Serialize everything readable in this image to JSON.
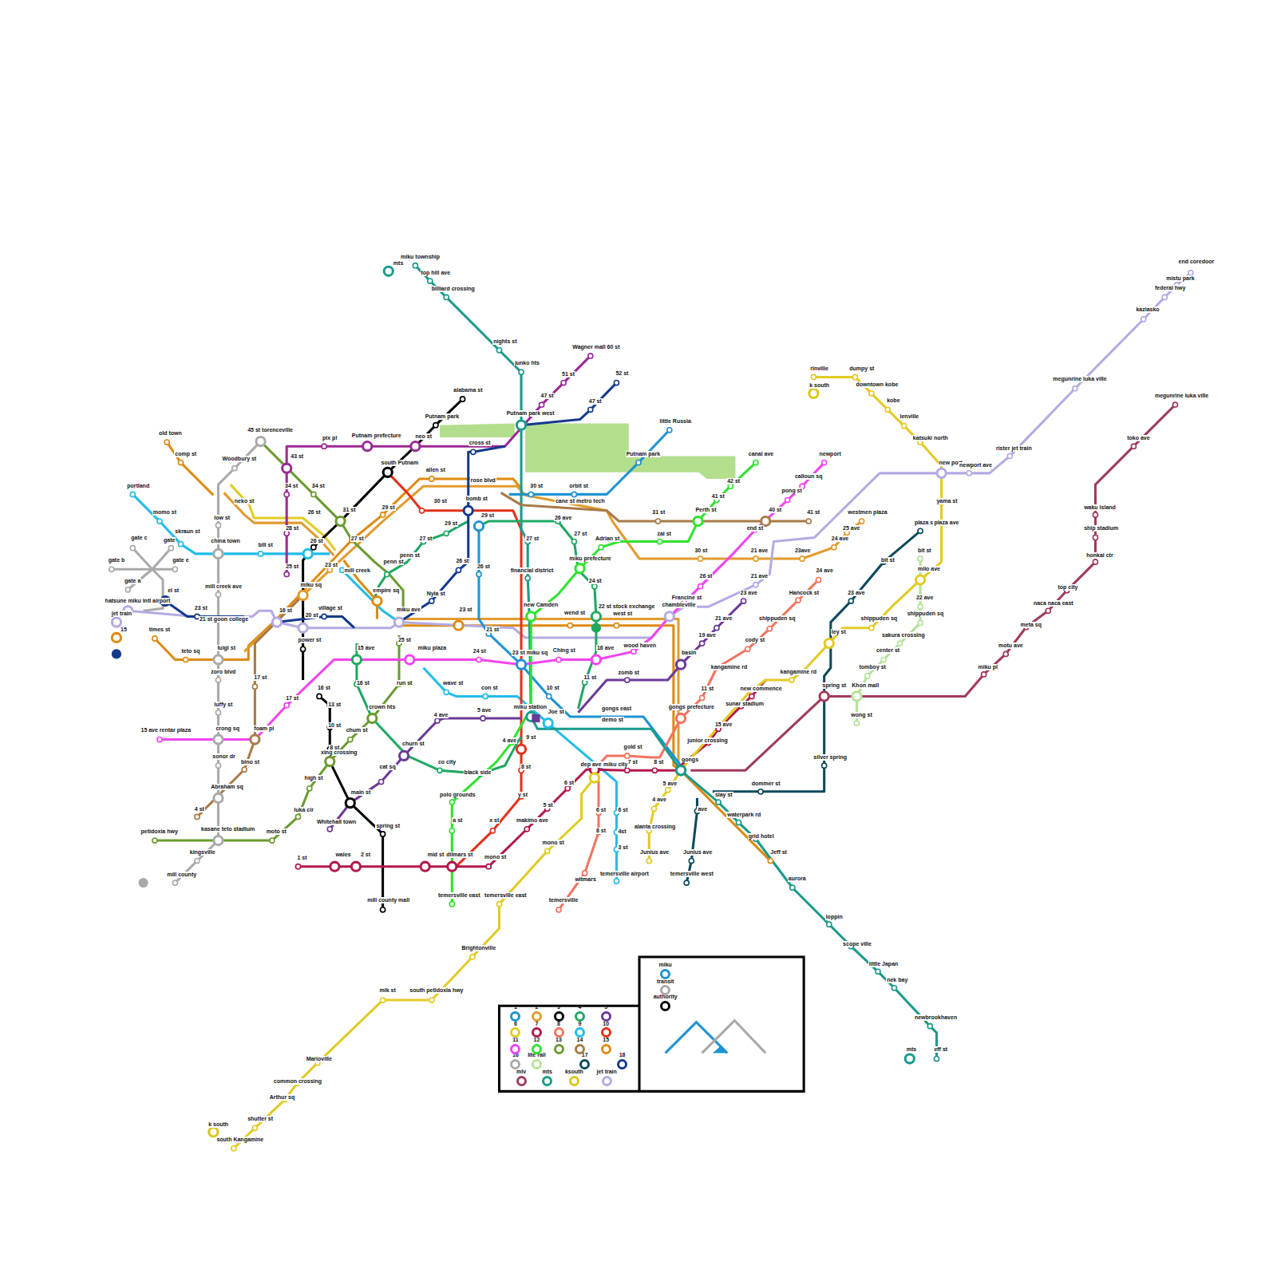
{
  "diagram": {
    "labels": [
      "miku township",
      "mts",
      "top hill ave",
      "billiard crossing",
      "nights st",
      "junko hts",
      "Wagner mall 60 st",
      "51 st",
      "52 st",
      "47 st",
      "47 st",
      "alabama st",
      "Putnam park",
      "Putnam park west",
      "little Russia",
      "old town",
      "45 st torenceville",
      "comp st",
      "Woodbury st",
      "pix pl",
      "Putnam prefecture",
      "neo st",
      "cross st",
      "south Putnam",
      "allen st",
      "Putnam park",
      "canal ave",
      "newport",
      "43 st",
      "rose blvd",
      "calloun sq",
      "portland",
      "34 st",
      "34 st",
      "neko st",
      "30 st",
      "bomb st",
      "30 st",
      "orbit st",
      "42 st",
      "pong st",
      "41 st",
      "momo st",
      "low st",
      "31 st",
      "29 st",
      "26 st",
      "29 st",
      "29 st",
      "cane st metro tech",
      "26 ave",
      "31 st",
      "Perth st",
      "40 st",
      "41 st",
      "westmen plaza",
      "gate c",
      "gate",
      "skraun st",
      "china town",
      "bill st",
      "26 st",
      "27 st",
      "27 st",
      "27 st",
      "27 st",
      "Adrian st",
      "zai st",
      "end st",
      "24 ave",
      "25 ave",
      "28 st",
      "gate b",
      "gate e",
      "penn st",
      "penn st",
      "23 st",
      "mill creek",
      "26 st",
      "26 st",
      "financial district",
      "miku prefecture",
      "30 st",
      "21 ave",
      "23ave",
      "25 st",
      "gate a",
      "el st",
      "mill creek ave",
      "miku sq",
      "empire sq",
      "Nyla st",
      "24 st",
      "26 st",
      "21 ave",
      "24 ave",
      "23 ave",
      "Hancock st",
      "23 ave",
      "hatsune miku intl airport",
      "23 st",
      "Francine st",
      "16 st",
      "village st",
      "miku ave",
      "23 st",
      "new Camden",
      "wend st",
      "22 st stock exchange",
      "west st",
      "chambleville",
      "jet train",
      "21 st goon college",
      "20 st",
      "21 ave",
      "shippuden sq",
      "shippuden sq",
      "22 ave",
      "shippuden sq",
      "15",
      "times st",
      "21 st",
      "19 ave",
      "sakura crossing",
      "ley st",
      "power st",
      "25 st",
      "luigi st",
      "teto sq",
      "15 ave",
      "miku plaza",
      "24 st",
      "23 st miku sq",
      "Ching st",
      "16 ave",
      "wood haven",
      "basin",
      "cody st",
      "center st",
      "zoro blvd",
      "17 st",
      "16 st",
      "11 st",
      "zomb st",
      "kangamine rd",
      "kangamine rd",
      "tomboy st",
      "wave st",
      "run st",
      "16 st",
      "con st",
      "10 st",
      "11 st",
      "new commence",
      "spring st",
      "Khon mall",
      "plaza sq",
      "plaza ave",
      "bit st",
      "bit st",
      "milo ave",
      "yama st",
      "13 st",
      "luffy st",
      "17 st",
      "sunar stadium",
      "crown hts",
      "5 ave",
      "4 ave",
      "miku station",
      "Joe st",
      "gongs east",
      "demo st",
      "gongs prefecture",
      "wong st",
      "10 st",
      "15 ave rentar plaza",
      "crong sq",
      "foam pl",
      "chum st",
      "15 ave",
      "4 ave",
      "9 st",
      "churn st",
      "junior crossing",
      "8 st",
      "xing crossing",
      "gold st",
      "sonor dr",
      "bino st",
      "co city",
      "8 st",
      "gongs",
      "dep ave",
      "miku city",
      "7 st",
      "8 st",
      "silver spring",
      "cat sq",
      "black side",
      "5 ave",
      "high st",
      "dommer st",
      "Abraham sq",
      "polo grounds",
      "y st",
      "6 st",
      "4 ave",
      "main st",
      "slay st",
      "ave",
      "6 st",
      "6 st",
      "luka cir",
      "4 st",
      "waterpark rd",
      "a st",
      "x st",
      "makimo ave",
      "5 st",
      "mono st",
      "Whitehall town",
      "8 st",
      "4st",
      "alanta crossing",
      "spring st",
      "petidoxia hwy",
      "kasane teto stadium",
      "moto st",
      "grid hotel",
      "3 st",
      "Jeff st",
      "Junius ave",
      "Junius ave",
      "1 st",
      "wales",
      "2 st",
      "mid st",
      "dilmars st",
      "mono st",
      "kingsville",
      "mill county",
      "witmars",
      "temersville airport",
      "temersville west",
      "aurora",
      "temersville east",
      "temersville east",
      "mill county mall",
      "temersville",
      "loppin",
      "scope ville",
      "Brightonville",
      "little Japan",
      "nek bay",
      "mik st",
      "south petidoxia hwy",
      "newbrookhaven",
      "mts",
      "eff st",
      "Marioville",
      "common crossing",
      "Arthur sq",
      "shutter st",
      "k south",
      "south Kangamine",
      "rinville",
      "dumpy st",
      "k south",
      "downtown kobe",
      "kobe",
      "lenville",
      "katsuki north",
      "new port",
      "newport ave",
      "rister jet train",
      "megunrine luka ville",
      "kaziasko",
      "federal hwy",
      "mistu park",
      "end coredoor",
      "megunrine luka ville",
      "toko ave",
      "waku island",
      "ship stadium",
      "honkai ctr",
      "top city",
      "naca naca east",
      "meta sq",
      "motu ave",
      "miku pl"
    ],
    "legend": [
      {
        "text": "1",
        "color": "#1f93d3"
      },
      {
        "text": "2",
        "color": "#e39b2d"
      },
      {
        "text": "3",
        "color": "#000000"
      },
      {
        "text": "4",
        "color": "#1fa862"
      },
      {
        "text": "5",
        "color": "#6a3a98"
      },
      {
        "text": "6",
        "color": "#e2cb24"
      },
      {
        "text": "7",
        "color": "#b3174b"
      },
      {
        "text": "8",
        "color": "#f2735f"
      },
      {
        "text": "9",
        "color": "#22bde8"
      },
      {
        "text": "10",
        "color": "#e2321d"
      },
      {
        "text": "11",
        "color": "#f145ef"
      },
      {
        "text": "12",
        "color": "#2fe32f"
      },
      {
        "text": "13",
        "color": "#6b9b31"
      },
      {
        "text": "14",
        "color": "#a87b47"
      },
      {
        "text": "15",
        "color": "#dd8b12"
      },
      {
        "text": "16",
        "color": "#aaaaaa"
      },
      {
        "text": "lite rail",
        "color": "#b5e39a"
      },
      {
        "text": "17",
        "color": "#0c4a5c"
      },
      {
        "text": "18",
        "color": "#143a8c"
      },
      {
        "text": "mlv",
        "color": "#a03b5b"
      },
      {
        "text": "mts",
        "color": "#1a9b8b"
      },
      {
        "text": "ksouth",
        "color": "#d9c81b"
      },
      {
        "text": "jet train",
        "color": "#b3abe3"
      },
      {
        "text": "miku",
        "color": "#1f93d3"
      },
      {
        "text": "transit",
        "color": "#aaaaaa"
      },
      {
        "text": "authority",
        "color": "#000000"
      }
    ]
  }
}
